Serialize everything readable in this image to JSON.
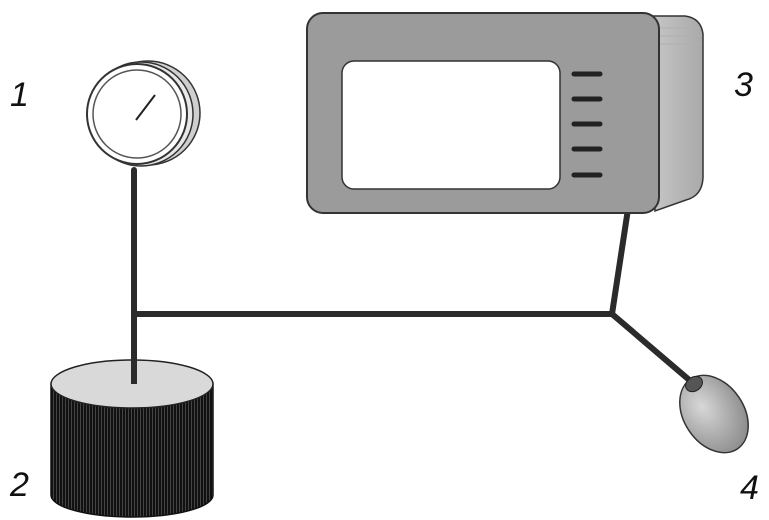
{
  "diagram": {
    "labels": {
      "gauge": "1",
      "cylinder": "2",
      "monitor": "3",
      "bulb": "4"
    },
    "colors": {
      "line": "#2b2b2b",
      "monitor_body": "#9b9b9b",
      "monitor_side": "#b9b9b9",
      "screen": "#ffffff",
      "cylinder_top": "#d9d9d9",
      "cylinder_body": "#1a1a1a",
      "bulb": "#a8a8a8"
    },
    "monitor": {
      "indicator_count": 5
    }
  }
}
